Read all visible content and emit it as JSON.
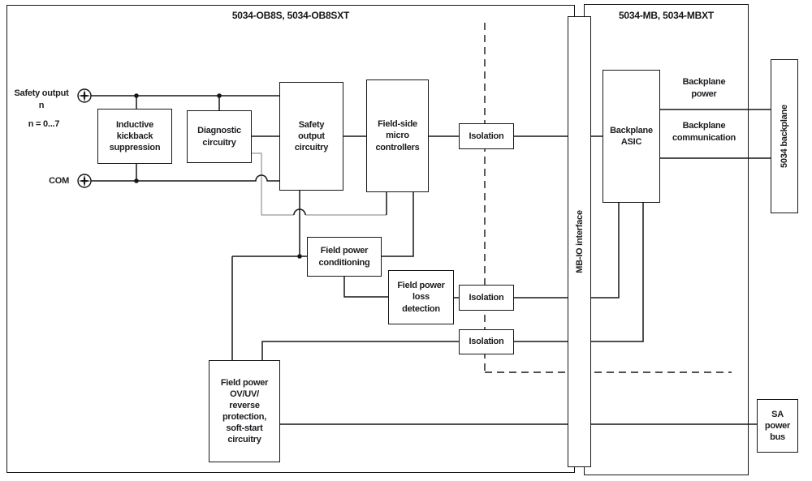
{
  "colors": {
    "wire": "#161616",
    "wire_gray": "#a9a9a9",
    "text": "#1d1d21",
    "background": "#ffffff"
  },
  "left_module": {
    "title": "5034-OB8S, 5034-OB8SXT"
  },
  "right_module": {
    "title": "5034-MB, 5034-MBXT"
  },
  "terminals": {
    "safety_output_label": "Safety output\nn",
    "range_label": "n = 0...7",
    "com_label": "COM",
    "icon": "screw-terminal-icon"
  },
  "blocks": {
    "inductive_kickback": "Inductive\nkickback\nsuppression",
    "diagnostic": "Diagnostic\ncircuitry",
    "safety_output_circuitry": "Safety\noutput\ncircuitry",
    "field_side_micro": "Field-side\nmicro\ncontrollers",
    "isolation_1": "Isolation",
    "isolation_2": "Isolation",
    "isolation_3": "Isolation",
    "field_power_conditioning": "Field power\nconditioning",
    "field_power_loss": "Field power\nloss\ndetection",
    "field_power_protection": "Field power\nOV/UV/\nreverse\nprotection,\nsoft-start\ncircuitry",
    "mb_io_interface": "MB-IO interface",
    "backplane_asic": "Backplane\nASIC",
    "backplane_5034": "5034 backplane",
    "sa_power_bus": "SA\npower\nbus"
  },
  "bus_labels": {
    "backplane_power": "Backplane\npower",
    "backplane_communication": "Backplane\ncommunication"
  }
}
